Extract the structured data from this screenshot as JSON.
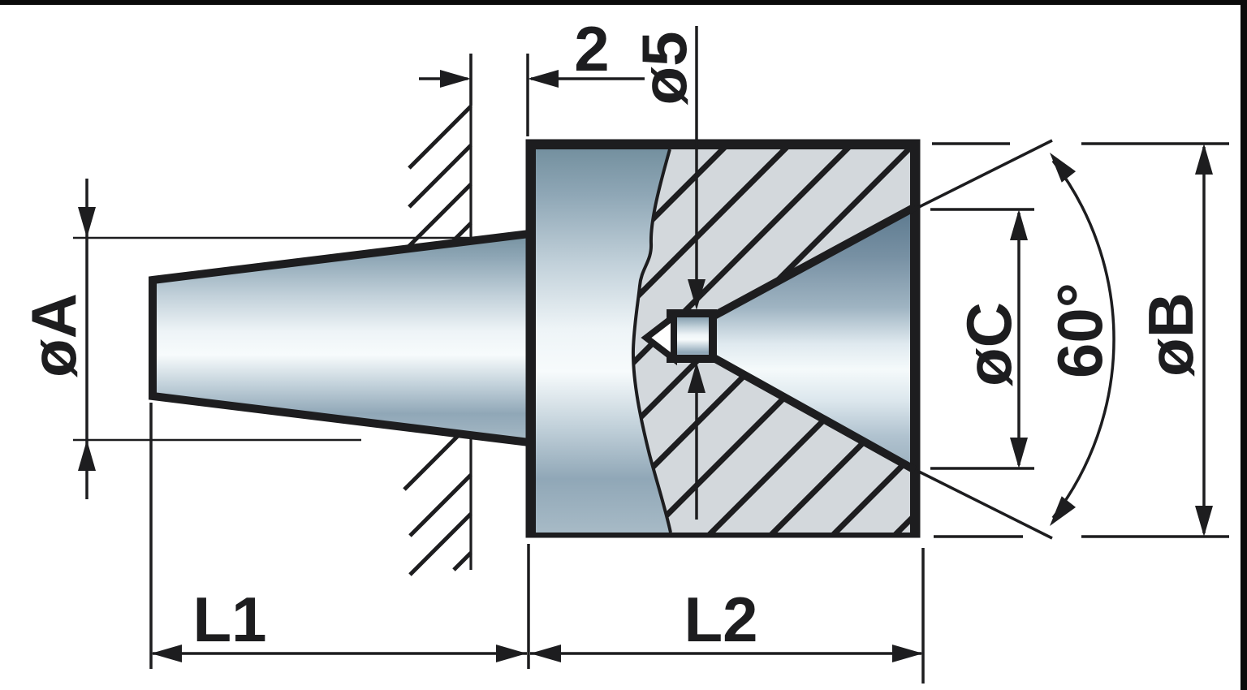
{
  "drawing": {
    "labels": {
      "dia_a": "øA",
      "gap": "2",
      "dia_5": "ø5",
      "dia_c": "øC",
      "angle": "60°",
      "dia_b": "øB",
      "len1": "L1",
      "len2": "L2"
    },
    "colors": {
      "line": "#1d1d1f",
      "hatch_background": "#d3d8dc",
      "metal_dark": "#74909f",
      "metal_mid": "#8ba2b2",
      "metal_light": "#f2f7fa",
      "cone_dark": "#5d7a8f",
      "hole_point_fill": "#ffffff",
      "background": "#ffffff",
      "frame": "#0b0b0b"
    }
  }
}
